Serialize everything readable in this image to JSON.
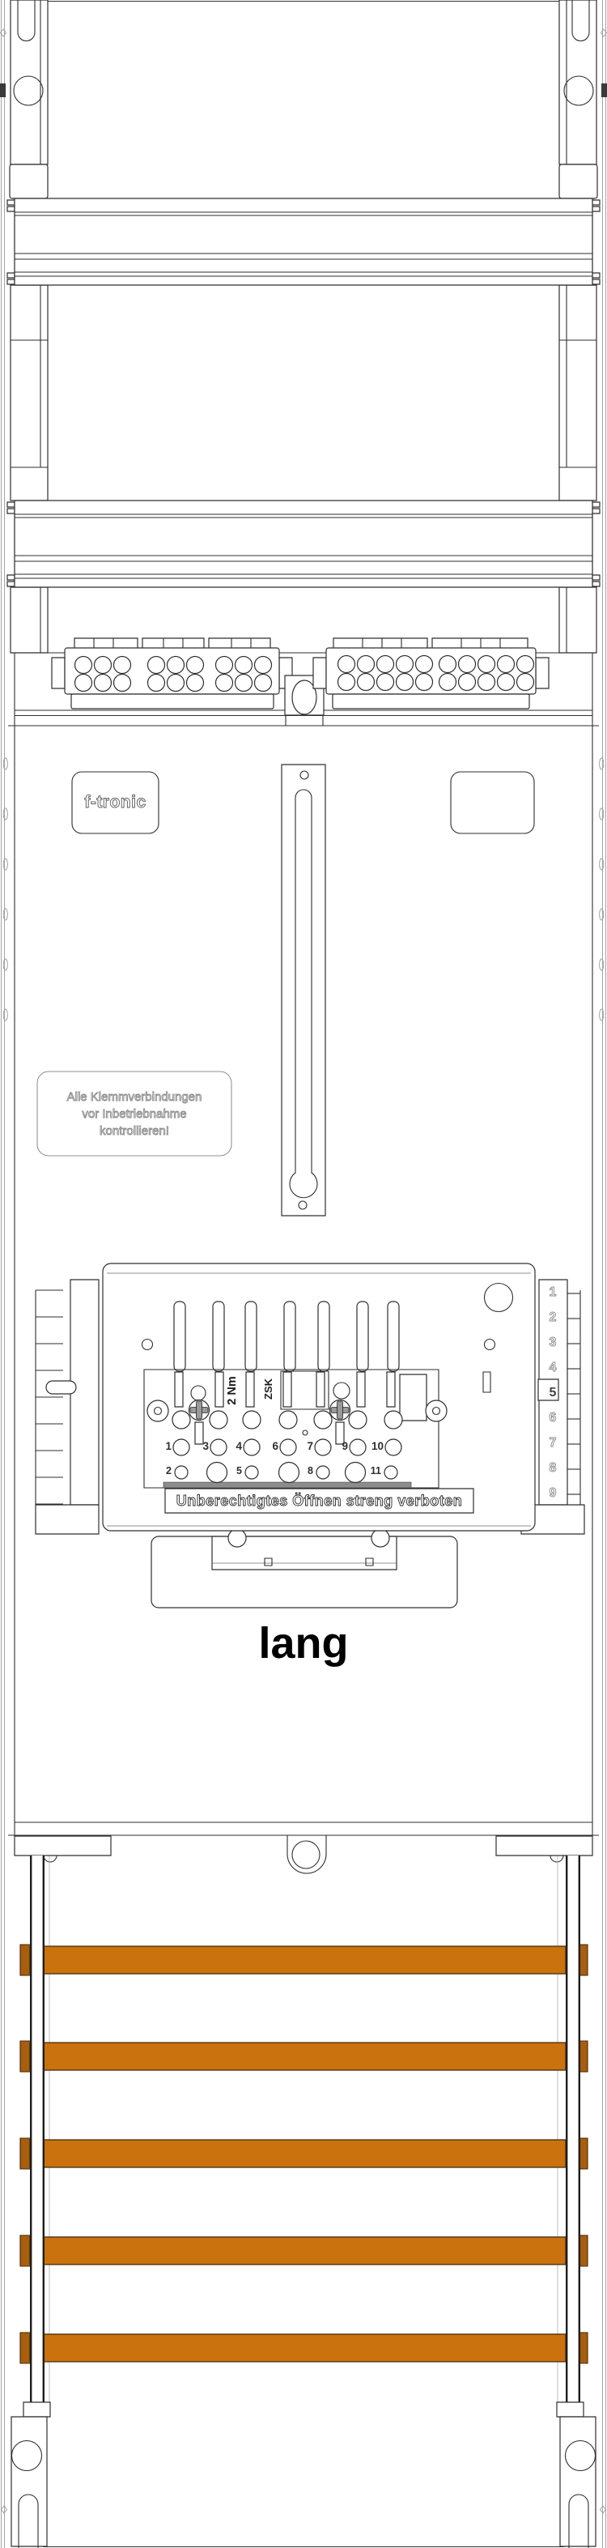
{
  "title": "f-tronic Zaehlerfeld technical drawing",
  "drawing": {
    "brand": "f-tronic",
    "size_label": "lang",
    "warning_note": {
      "line1": "Alle Klemmverbindungen",
      "line2": "vor Inbetriebnahme",
      "line3": "kontrollieren!"
    },
    "zsk_device": {
      "torque_label": "2 Nm",
      "type_label": "ZSK",
      "seal_warning": "Unberechtigtes Öffnen streng verboten",
      "terminal_numbers_row_upper": [
        "1",
        "3",
        "4",
        "6",
        "7",
        "9",
        "10"
      ],
      "terminal_numbers_row_lower": [
        "2",
        "5",
        "8",
        "11"
      ],
      "side_ruler_numbers": [
        "1",
        "2",
        "3",
        "4",
        "5",
        "6",
        "7",
        "8",
        "9"
      ]
    },
    "busbars": {
      "count": 5,
      "color": "#c9720e",
      "stub_color": "#a85e0c",
      "outline_color": "#42280a"
    }
  }
}
